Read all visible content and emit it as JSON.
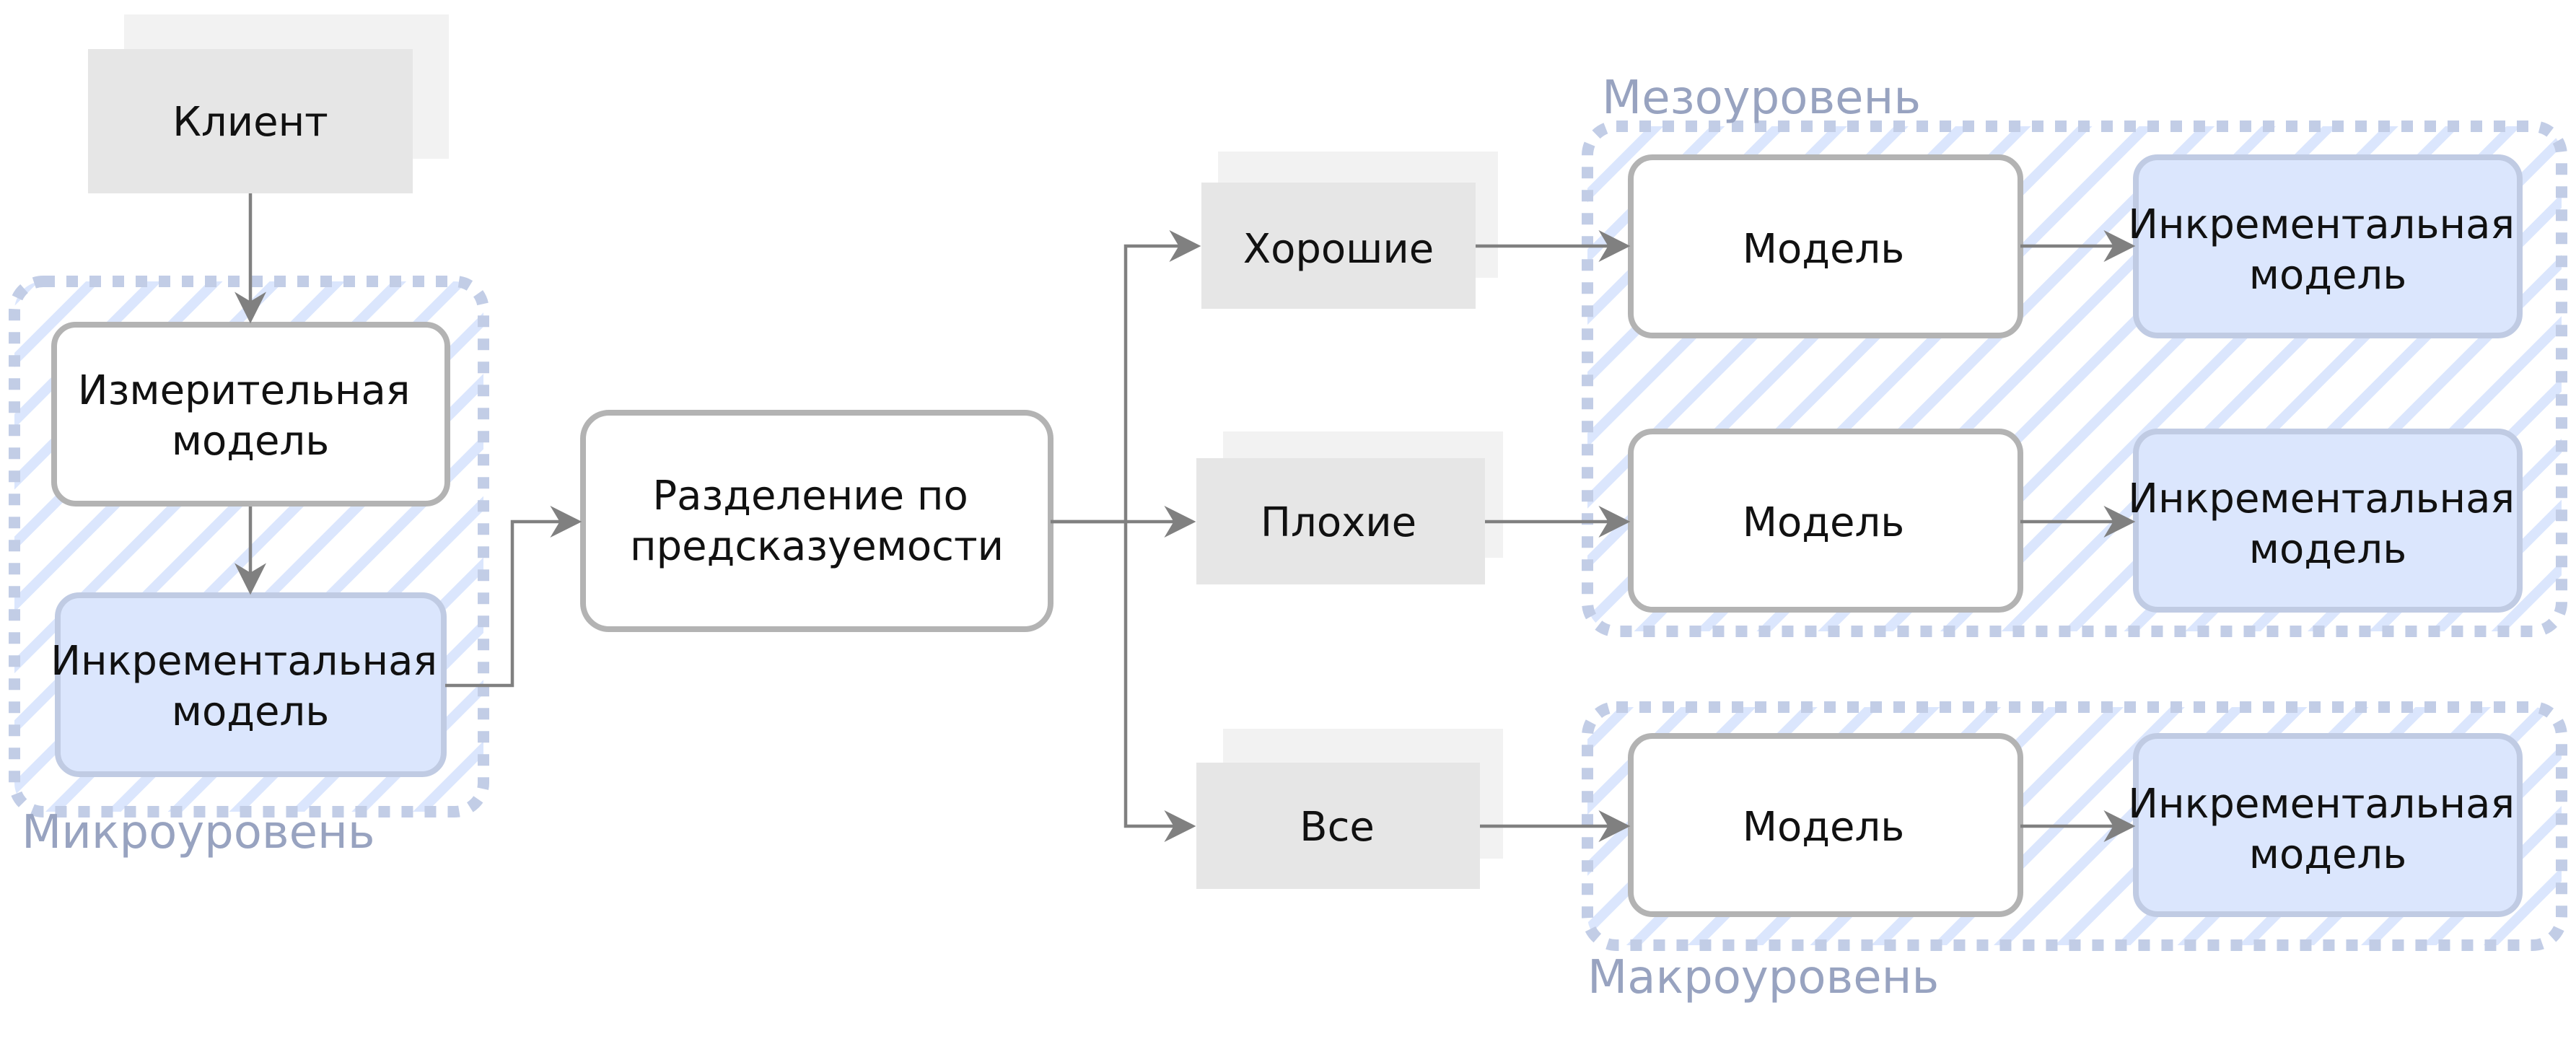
{
  "client": "Клиент",
  "zones": {
    "micro": "Микроуровень",
    "meso": "Мезоуровень",
    "macro": "Макроуровень"
  },
  "micro": {
    "measurement_model": [
      "Измерительная",
      "модель"
    ],
    "incremental_model": [
      "Инкрементальная",
      "модель"
    ]
  },
  "split": [
    "Разделение по",
    "предсказуемости"
  ],
  "segments": {
    "good": "Хорошие",
    "bad": "Плохие",
    "all": "Все"
  },
  "model_label": "Модель",
  "incremental_model": [
    "Инкрементальная",
    "модель"
  ]
}
